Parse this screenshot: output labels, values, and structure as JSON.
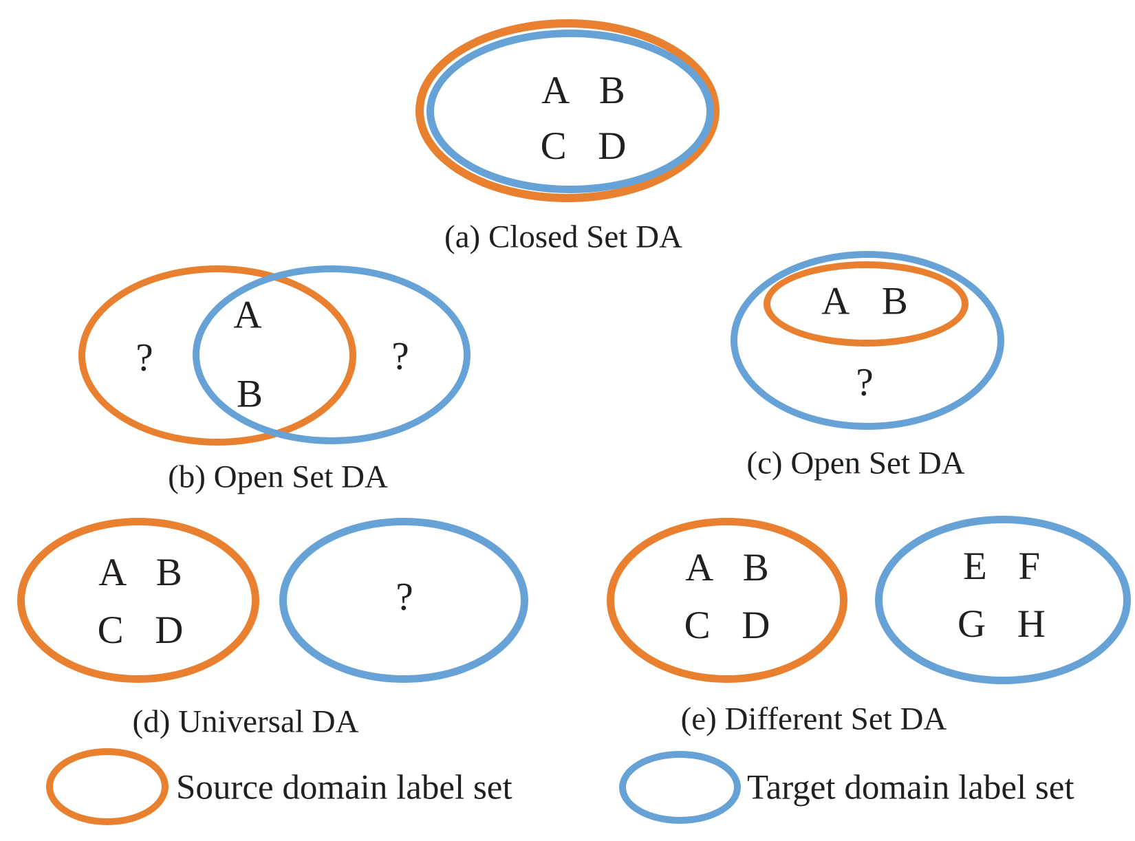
{
  "colors": {
    "source": "#E8802F",
    "target": "#67A2D6",
    "ink": "#231F20"
  },
  "diagrams": {
    "a": {
      "caption": "(a) Closed Set DA",
      "row1": "A B",
      "row2": "C D"
    },
    "b": {
      "caption": "(b) Open Set DA",
      "shared_class_1": "A",
      "shared_class_2": "B",
      "source_private": "?",
      "target_private": "?"
    },
    "c": {
      "caption": "(c) Open Set DA",
      "shared_row": "A B",
      "target_private": "?"
    },
    "d": {
      "caption": "(d) Universal DA",
      "source_row1": "A B",
      "source_row2": "C D",
      "target_private": "?"
    },
    "e": {
      "caption": "(e) Different Set DA",
      "source_row1": "A B",
      "source_row2": "C D",
      "target_row1": "E F",
      "target_row2": "G H"
    }
  },
  "legend": {
    "source_label": "Source domain label set",
    "target_label": "Target domain label set"
  }
}
